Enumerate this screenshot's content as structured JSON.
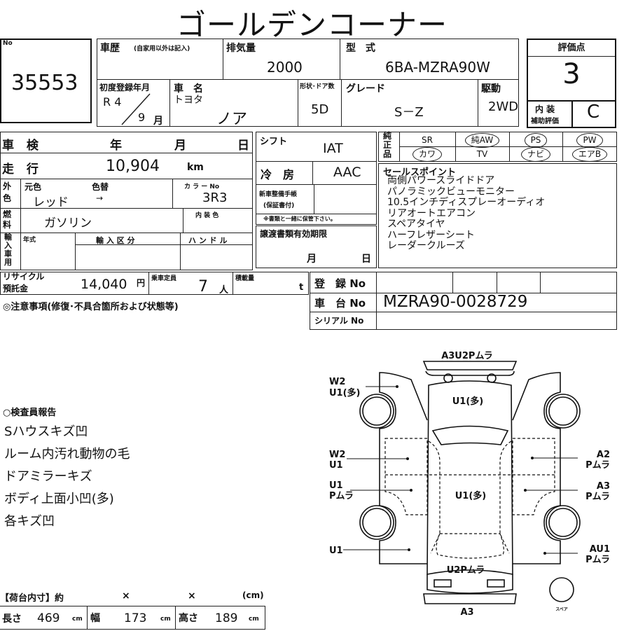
{
  "title": "ゴールデンコーナー",
  "lot": {
    "label": "No",
    "value": "35553"
  },
  "history": {
    "label": "車歴",
    "note": "(自家用以外は記入)"
  },
  "displacement": {
    "label": "排気量",
    "value": "2000"
  },
  "model_code": {
    "label": "型　式",
    "value": "6BA-MZRA90W"
  },
  "first_reg": {
    "label": "初度登録年月",
    "era": "R 4",
    "month": "9",
    "month_unit": "月"
  },
  "car_name": {
    "label": "車　名",
    "maker": "トヨタ",
    "name": "ノア"
  },
  "body": {
    "label": "形状･ドア数",
    "value": "5D"
  },
  "grade": {
    "label": "グレード",
    "value": "S－Z"
  },
  "drive": {
    "label": "駆動",
    "value": "2WD"
  },
  "score": {
    "label": "評価点",
    "value": "3",
    "interior_label_1": "内 装",
    "interior_label_2": "補助評価",
    "interior_value": "C"
  },
  "inspection": {
    "label": "車 検",
    "year": "年",
    "month": "月",
    "day": "日"
  },
  "mileage": {
    "label": "走 行",
    "value": "10,904",
    "unit": "km"
  },
  "exterior": {
    "label": "外色",
    "orig_label": "元色",
    "change_label": "色替",
    "orig": "レッド",
    "change": "→",
    "color_no_label": "カ ラ ー No",
    "color_no": "3R3"
  },
  "fuel": {
    "label": "燃料",
    "value": "ガソリン",
    "interior_color_label": "内 装 色"
  },
  "import": {
    "label": "輸入車用",
    "year_label": "年式",
    "class_label": "輸 入 区 分",
    "handle_label": "ハ ン ド ル"
  },
  "shift": {
    "label": "シフト",
    "value": "IAT"
  },
  "ac": {
    "label": "冷　房",
    "value": "AAC"
  },
  "service_book": {
    "label_1": "新車整備手帳",
    "label_2": "(保証書付)",
    "note": "※書類と一緒に保管下さい。"
  },
  "transfer": {
    "label": "譲渡書類有効期限",
    "month": "月",
    "day": "日"
  },
  "genuine": {
    "label": "純正品",
    "items": [
      {
        "label": "SR",
        "circled": false
      },
      {
        "label": "純AW",
        "circled": true
      },
      {
        "label": "PS",
        "circled": true
      },
      {
        "label": "PW",
        "circled": true
      },
      {
        "label": "カワ",
        "circled": true
      },
      {
        "label": "TV",
        "circled": false
      },
      {
        "label": "ナビ",
        "circled": true
      },
      {
        "label": "エアB",
        "circled": true
      }
    ]
  },
  "sales_points": {
    "label": "セールスポイント",
    "items": [
      "両側パワースライドドア",
      "パノラミックビューモニター",
      "10.5インチディスプレーオーディオ",
      "リアオートエアコン",
      "スペアタイヤ",
      "ハーフレザーシート",
      "レーダークルーズ"
    ]
  },
  "recycle": {
    "label_1": "リサイクル",
    "label_2": "預託金",
    "value": "14,040",
    "unit": "円"
  },
  "capacity": {
    "label": "乗車定員",
    "value": "7",
    "unit": "人"
  },
  "load": {
    "label": "積載量",
    "unit": "t"
  },
  "registration": {
    "reg_label": "登　録 No",
    "chassis_label": "車　台 No",
    "chassis": "MZRA90-0028729",
    "serial_label": "シリアル No"
  },
  "notes_label": "◎注意事項(修復･不具合箇所および状態等)",
  "inspector": {
    "label": "○検査員報告",
    "lines": [
      "Sハウスキズ凹",
      "ルーム内汚れ動物の毛",
      "ドアミラーキズ",
      "ボディ上面小凹(多)",
      "各キズ凹"
    ]
  },
  "cargo": {
    "label": "【荷台内寸】約",
    "x1": "×",
    "x2": "×",
    "unit_paren": "(cm)",
    "length_label": "長さ",
    "length": "469",
    "width_label": "幅",
    "width": "173",
    "height_label": "高さ",
    "height": "189",
    "unit": "cm"
  },
  "diagram": {
    "top": "A3U2Pムラ",
    "front_center": "U1(多)",
    "roof": "U1(多)",
    "rear": "U2Pムラ",
    "rear_bumper": "A3",
    "spare": "スペア",
    "l1a": "W2",
    "l1b": "U1(多)",
    "l2a": "W2",
    "l2b": "U1",
    "l3a": "U1",
    "l3b": "Pムラ",
    "l4": "U1",
    "r1a": "A2",
    "r1b": "Pムラ",
    "r2a": "A3",
    "r2b": "Pムラ",
    "r3a": "AU1",
    "r3b": "Pムラ"
  }
}
